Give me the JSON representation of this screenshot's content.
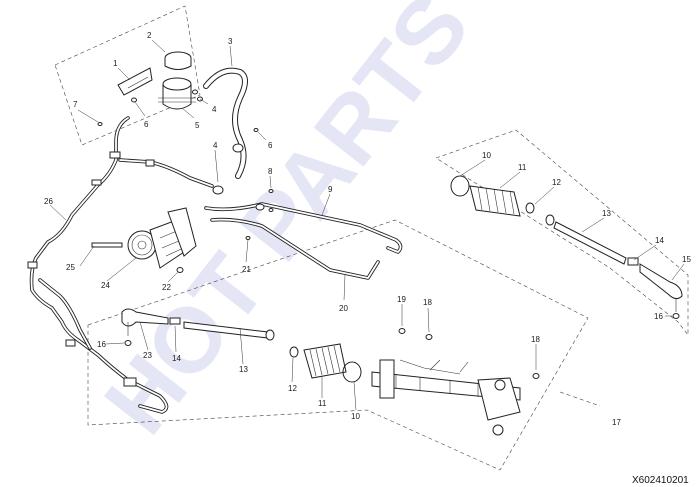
{
  "watermark": "HOT PARTS",
  "drawing_code": "X602410201",
  "callouts": [
    "1",
    "2",
    "3",
    "4",
    "4",
    "5",
    "6",
    "6",
    "7",
    "8",
    "9",
    "10",
    "10",
    "11",
    "11",
    "12",
    "12",
    "13",
    "13",
    "14",
    "14",
    "15",
    "16",
    "16",
    "17",
    "18",
    "18",
    "19",
    "20",
    "21",
    "22",
    "23",
    "24",
    "25",
    "26"
  ]
}
